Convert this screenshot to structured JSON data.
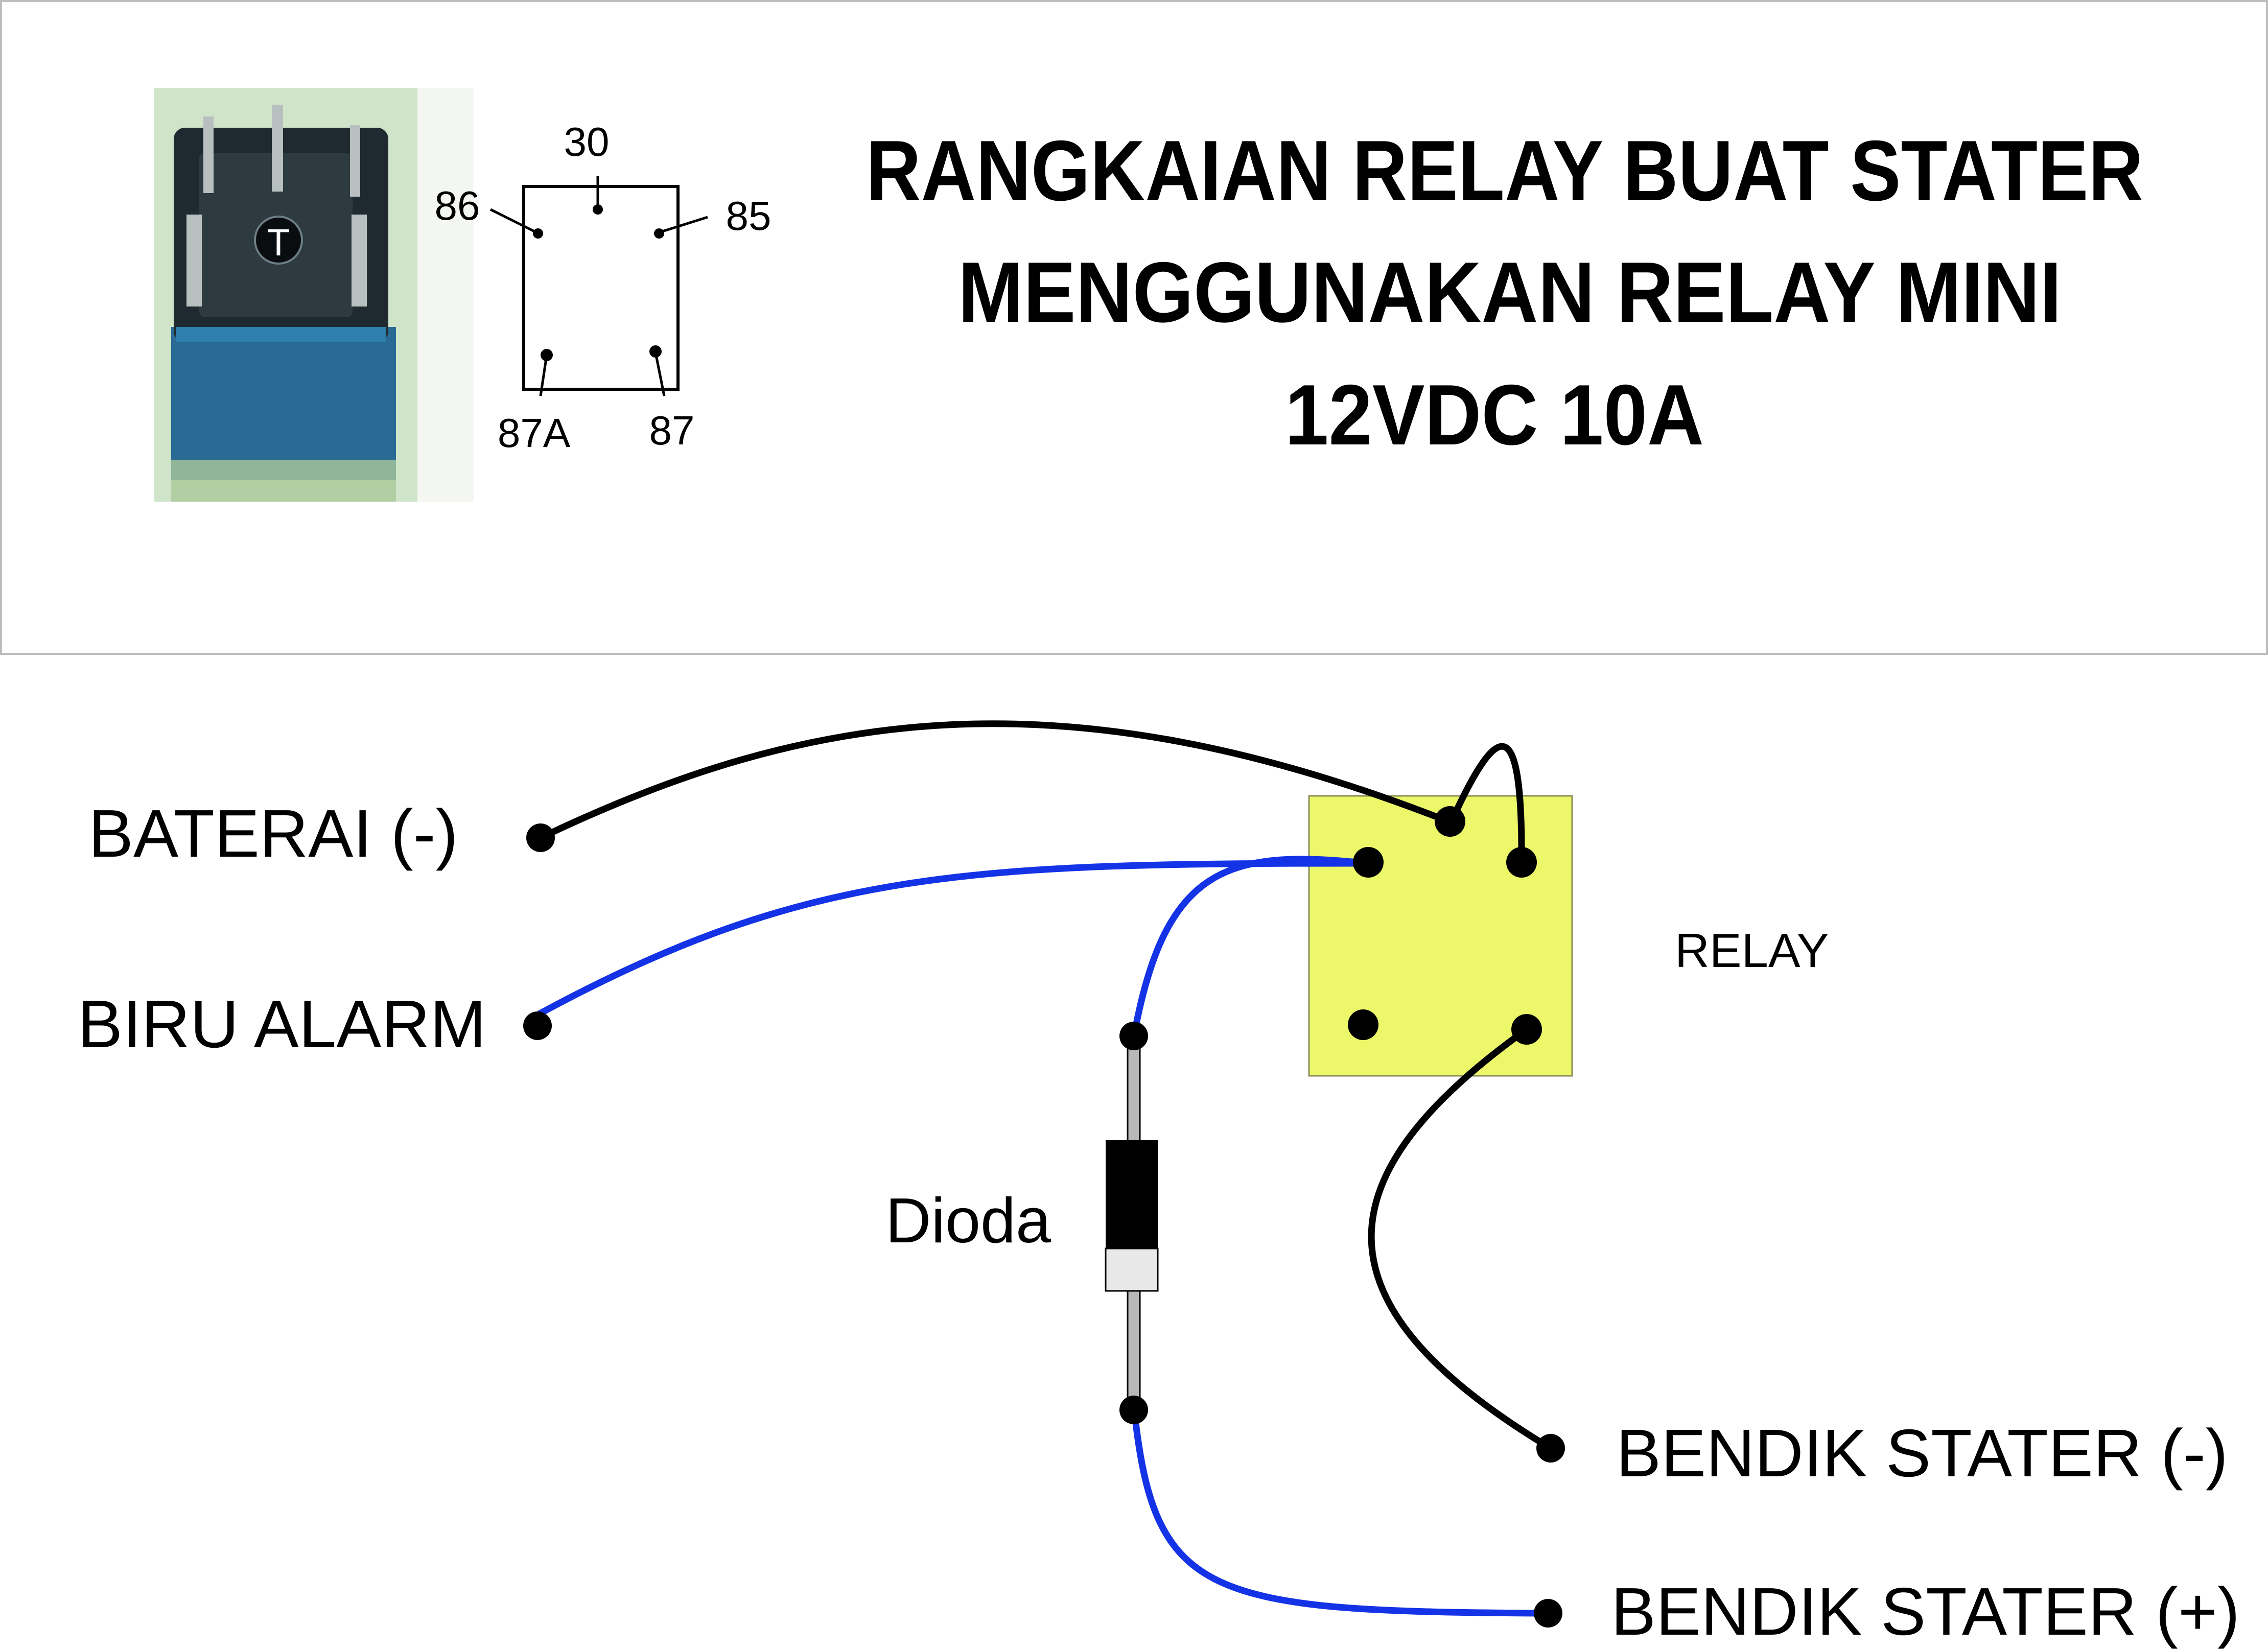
{
  "title": {
    "line1": "RANGKAIAN RELAY BUAT STATER",
    "line2": "MENGGUNAKAN  RELAY MINI",
    "line3": "12VDC 10A"
  },
  "pinout": {
    "pin_30": "30",
    "pin_86": "86",
    "pin_85": "85",
    "pin_87a": "87A",
    "pin_87": "87"
  },
  "photo": {
    "marking": "T"
  },
  "labels": {
    "baterai_neg": "BATERAI (-)",
    "biru_alarm": "BIRU ALARM",
    "relay": "RELAY",
    "dioda": "Dioda",
    "bendik_neg": "BENDIK STATER (-)",
    "bendik_pos": "BENDIK STATER (+)"
  },
  "colors": {
    "relay_fill": "#ecf76a",
    "negative_wire": "#000000",
    "positive_wire": "#1533e6",
    "relay_body": "#1f5d8a"
  }
}
